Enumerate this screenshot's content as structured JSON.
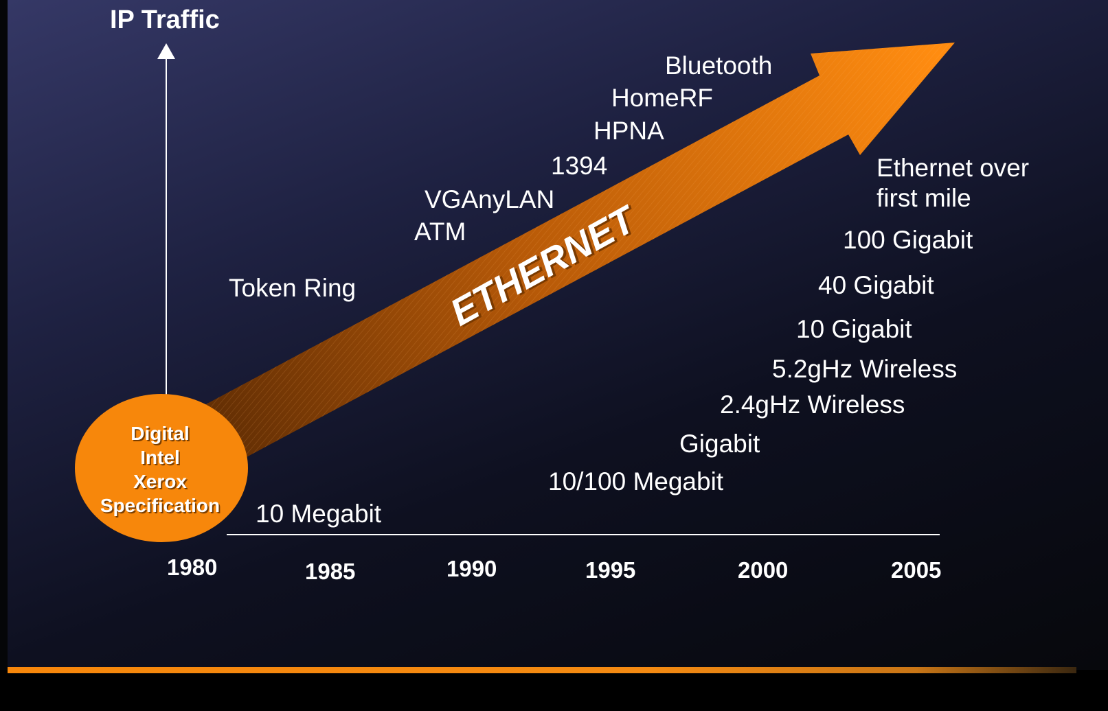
{
  "axis": {
    "y_title": "IP Traffic",
    "years": [
      "1980",
      "1985",
      "1990",
      "1995",
      "2000",
      "2005"
    ]
  },
  "arrow": {
    "label": "ETHERNET",
    "color": "#f7870b"
  },
  "origin": {
    "lines": [
      "Digital",
      "Intel",
      "Xerox",
      "Specification"
    ],
    "color": "#f7870b"
  },
  "upper_technologies": [
    "Token Ring",
    "ATM",
    "VGAnyLAN",
    "1394",
    "HPNA",
    "HomeRF",
    "Bluetooth"
  ],
  "lower_technologies": [
    "10 Megabit",
    "10/100 Megabit",
    "Gigabit",
    "2.4gHz Wireless",
    "5.2gHz Wireless",
    "10 Gigabit",
    "40 Gigabit",
    "100 Gigabit"
  ],
  "ethernet_over": {
    "line1": "Ethernet over",
    "line2": "first mile"
  },
  "colors": {
    "accent": "#f7870b",
    "text": "#ffffff"
  }
}
